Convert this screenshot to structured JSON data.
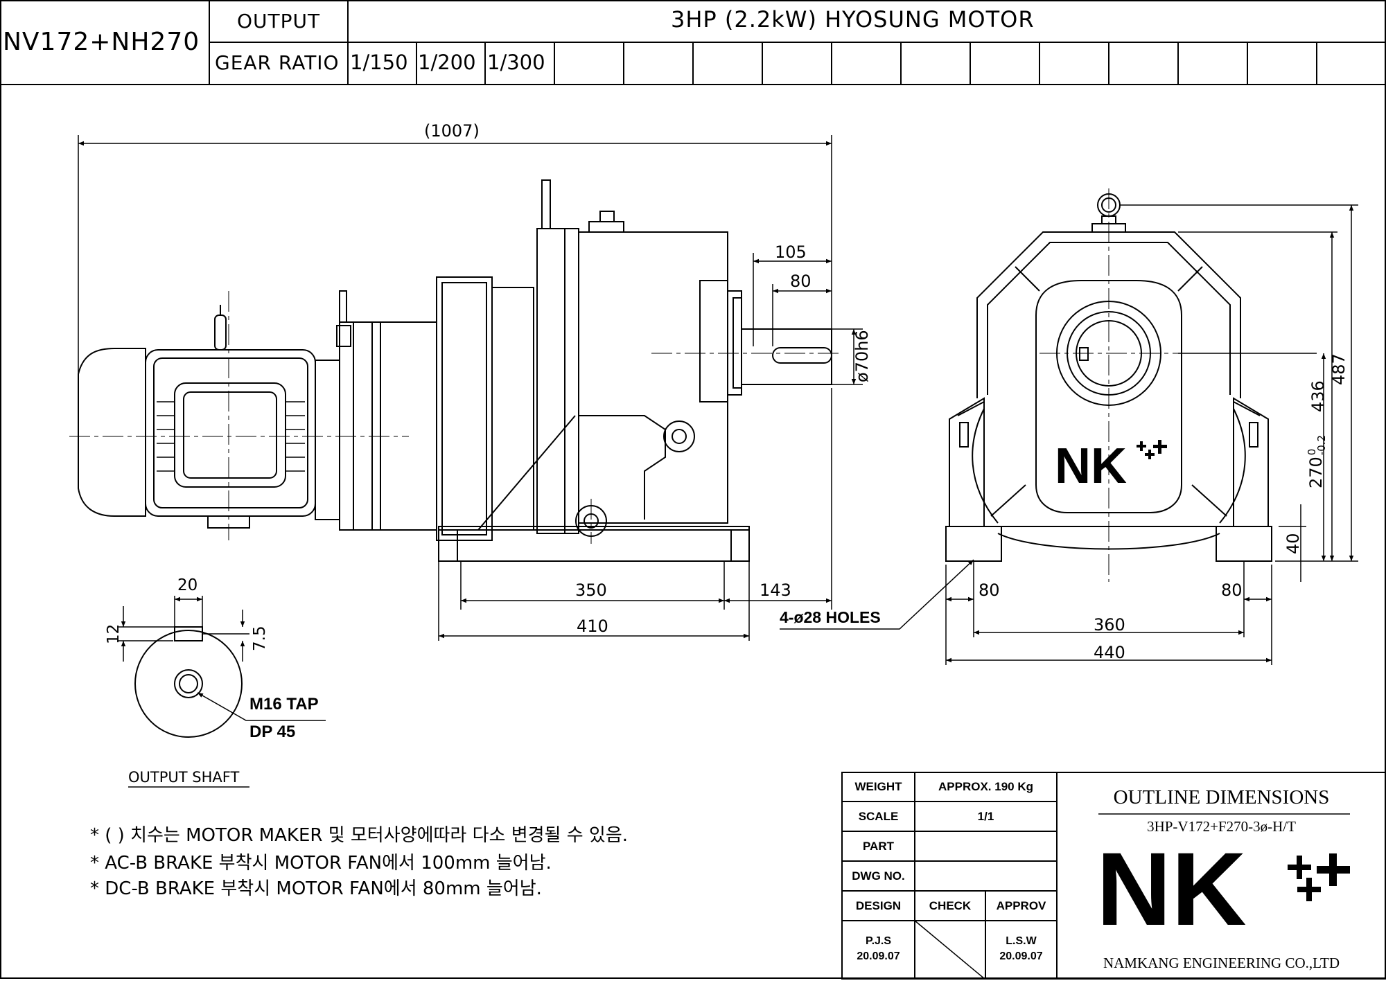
{
  "header": {
    "model": "NV172+NH270",
    "output_label": "OUTPUT",
    "output_value": "3HP (2.2kW) HYOSUNG MOTOR",
    "gear_ratio_label": "GEAR RATIO",
    "gear_ratios": [
      "1/150",
      "1/200",
      "1/300"
    ]
  },
  "dims": {
    "overall_length": "(1007)",
    "d105": "105",
    "d80_top": "80",
    "shaft_dia": "ø70h6",
    "d350": "350",
    "d143": "143",
    "d410": "410",
    "holes": "4-ø28 HOLES",
    "d80_left": "80",
    "d80_right": "80",
    "d360": "360",
    "d440": "440",
    "d40": "40",
    "d270": "270",
    "d270_tol_upper": "0",
    "d270_tol_lower": "-0.2",
    "d436": "436",
    "d487": "487",
    "key_width": "20",
    "key_height": "12",
    "key_depth": "7.5",
    "tap": "M16 TAP",
    "tap_depth": "DP 45",
    "output_shaft_caption": "OUTPUT SHAFT"
  },
  "logo_text": "NK",
  "notes": [
    "* (   ) 치수는 MOTOR MAKER 및 모터사양에따라 다소 변경될 수 있음.",
    "* AC-B BRAKE 부착시 MOTOR FAN에서 100mm 늘어남.",
    "* DC-B BRAKE 부착시 MOTOR FAN에서 80mm 늘어남."
  ],
  "title_block": {
    "weight_label": "WEIGHT",
    "weight_value": "APPROX. 190 Kg",
    "scale_label": "SCALE",
    "scale_value": "1/1",
    "part_label": "PART",
    "dwg_label": "DWG NO.",
    "design_label": "DESIGN",
    "check_label": "CHECK",
    "approv_label": "APPROV",
    "design_name": "P.J.S",
    "design_date": "20.09.07",
    "approv_name": "L.S.W",
    "approv_date": "20.09.07",
    "drawing_title": "OUTLINE DIMENSIONS",
    "drawing_code": "3HP-V172+F270-3ø-H/T",
    "company": "NAMKANG ENGINEERING CO.,LTD"
  }
}
